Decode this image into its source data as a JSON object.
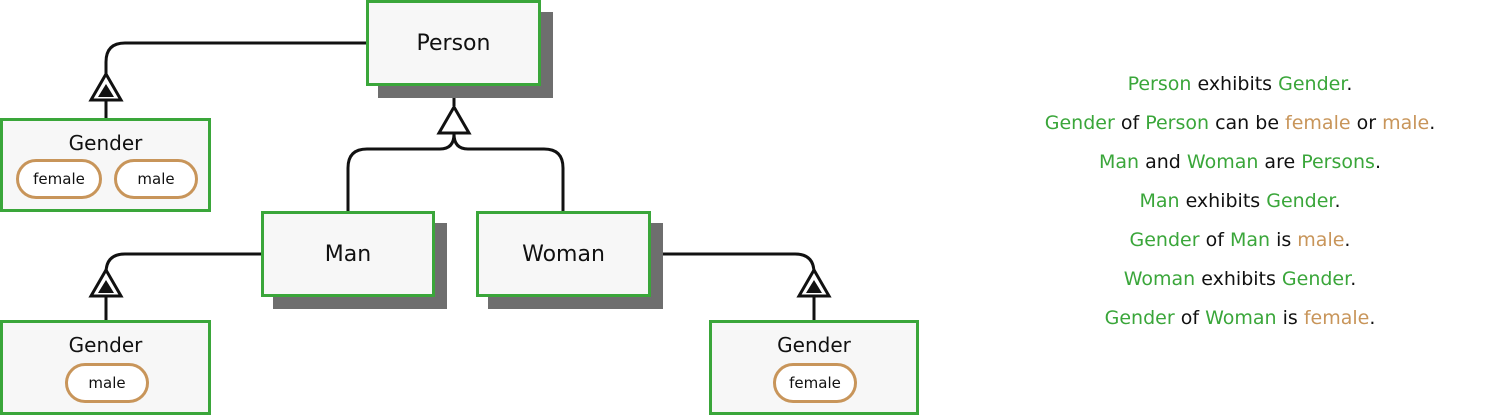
{
  "colors": {
    "class_border": "#3aa63a",
    "value_border": "#c8955a",
    "class_text": "#3aa63a",
    "value_text": "#c8955a"
  },
  "classes": {
    "person": "Person",
    "man": "Man",
    "woman": "Woman"
  },
  "attributes": {
    "person_gender": {
      "title": "Gender",
      "values": [
        "female",
        "male"
      ]
    },
    "man_gender": {
      "title": "Gender",
      "values": [
        "male"
      ]
    },
    "woman_gender": {
      "title": "Gender",
      "values": [
        "female"
      ]
    }
  },
  "statements": [
    [
      {
        "t": "Person",
        "c": "g"
      },
      {
        "t": " exhibits ",
        "c": "n"
      },
      {
        "t": "Gender",
        "c": "g"
      },
      {
        "t": ".",
        "c": "n"
      }
    ],
    [
      {
        "t": "Gender",
        "c": "g"
      },
      {
        "t": " of ",
        "c": "n"
      },
      {
        "t": "Person",
        "c": "g"
      },
      {
        "t": " can be ",
        "c": "n"
      },
      {
        "t": "female",
        "c": "o"
      },
      {
        "t": " or ",
        "c": "n"
      },
      {
        "t": "male",
        "c": "o"
      },
      {
        "t": ".",
        "c": "n"
      }
    ],
    [
      {
        "t": "Man",
        "c": "g"
      },
      {
        "t": " and ",
        "c": "n"
      },
      {
        "t": "Woman",
        "c": "g"
      },
      {
        "t": " are ",
        "c": "n"
      },
      {
        "t": "Persons",
        "c": "g"
      },
      {
        "t": ".",
        "c": "n"
      }
    ],
    [
      {
        "t": "Man",
        "c": "g"
      },
      {
        "t": " exhibits ",
        "c": "n"
      },
      {
        "t": "Gender",
        "c": "g"
      },
      {
        "t": ".",
        "c": "n"
      }
    ],
    [
      {
        "t": "Gender",
        "c": "g"
      },
      {
        "t": " of ",
        "c": "n"
      },
      {
        "t": "Man",
        "c": "g"
      },
      {
        "t": " is ",
        "c": "n"
      },
      {
        "t": "male",
        "c": "o"
      },
      {
        "t": ".",
        "c": "n"
      }
    ],
    [
      {
        "t": "Woman",
        "c": "g"
      },
      {
        "t": " exhibits ",
        "c": "n"
      },
      {
        "t": "Gender",
        "c": "g"
      },
      {
        "t": ".",
        "c": "n"
      }
    ],
    [
      {
        "t": "Gender",
        "c": "g"
      },
      {
        "t": " of ",
        "c": "n"
      },
      {
        "t": "Woman",
        "c": "g"
      },
      {
        "t": " is ",
        "c": "n"
      },
      {
        "t": "female",
        "c": "o"
      },
      {
        "t": ".",
        "c": "n"
      }
    ]
  ]
}
